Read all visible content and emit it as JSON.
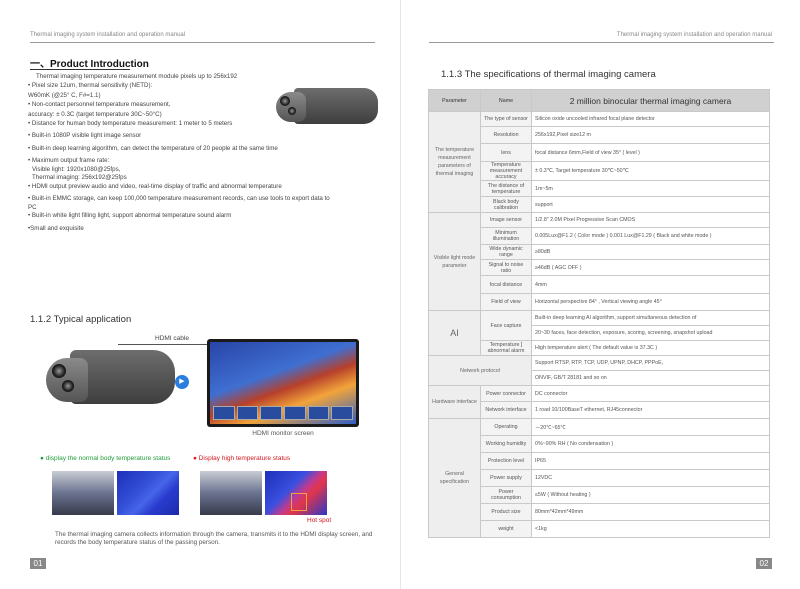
{
  "header": {
    "left_title": "Thermal imaging system installation and operation manual",
    "right_title": "Thermal imaging system installation and operation manual"
  },
  "intro": {
    "heading": "一、Product Introduction",
    "lines": [
      "Thermal imaging temperature measurement module pixels up to 256x192",
      "• Pixel size 12um, thermal sensitivity (NETD):",
      "W60mK (@25° C, F#=1.1)",
      "• Non-contact personnel temperature measurement,",
      "accuracy: ± 0.3C (target temperature 30C~50°C)",
      "• Distance for human body temperature measurement: 1 meter to 5 meters",
      "• Built-in 1080P visible light image sensor",
      "• Built-in deep learning algorithm, can detect the temperature of 20 people at the same time",
      "• Maximum output frame rate:",
      "  Visible light: 1920x1080@25fps,",
      "  Thermal imaging: 256x192@25fps",
      "• HDMI output preview audio and video, real-time display of traffic and abnormal temperature",
      "• Built-in EMMC storage, can keep 100,000 temperature measurement records, can use tools to export data to",
      "PC",
      "• Built-in white light filling light, support abnormal temperature sound alarm",
      "•Small and exquisite"
    ]
  },
  "typical": {
    "heading": "1.1.2  Typical application",
    "hdmi_cable": "HDMI cable",
    "monitor_caption": "HDMI monitor screen",
    "status_normal": "● display the normal body temperature status",
    "status_high": "● Display high temperature status",
    "hot_spot": "Hot spot",
    "footer": "The thermal imaging camera collects information through the camera, transmits it to the HDMI display screen, and records the body temperature status of the passing person."
  },
  "specs": {
    "heading": "1.1.3  The  specifications of thermal imaging camera",
    "col_parameter": "Parameter",
    "col_name": "Name",
    "product": "2 million binocular thermal imaging camera",
    "groups": [
      {
        "category": "The temperature measurement parameters of thermal imaging",
        "rows": [
          {
            "param": "The type of sensor",
            "value": "Silicon oxide uncooled infrared focal plane detector"
          },
          {
            "param": "Resolution",
            "value": "256x192,Pixel size12 m"
          },
          {
            "param": "lens",
            "value": "focal distance   6mm,Field of view   35°   ( level )"
          },
          {
            "param": "Temperature measurement accuracy",
            "value": "± 0.3℃,  Target temperature 30℃~50℃"
          },
          {
            "param": "The distance of temperature",
            "value": "1m~5m"
          },
          {
            "param": "Black body calibration",
            "value": "support"
          }
        ]
      },
      {
        "category": "Visible light mode parameter",
        "rows": [
          {
            "param": "Image sensor",
            "value": "1/2.8\"   2.0M Pixel Progressive Scan CMOS"
          },
          {
            "param": "Minimum illumination",
            "value": "0.005Lux@F1.2 ( Color mode ) 0.001 Lux@F1.29  ( Black and white mode )"
          },
          {
            "param": "Wide dynamic range",
            "value": "≥80dB"
          },
          {
            "param": "Signal to noise ratio",
            "value": "≥46dB ( AGC OFF )"
          },
          {
            "param": "focal distance",
            "value": "4mm"
          },
          {
            "param": "Field of view",
            "value": "Horizontal perspective 84°  ,  Vertical viewing angle 45°"
          }
        ]
      },
      {
        "category": "AI",
        "rows": [
          {
            "param": "Face capture",
            "value": "Built-in deep learning AI algorithm, support simultaneous detection of",
            "value2": "20~30 faces, face detection, exposure, scoring, screening, snapshot upload"
          },
          {
            "param": "Temperature ] abnormal alarm",
            "value": "High temperature alert ( The default value is 37.3C )"
          }
        ]
      },
      {
        "category": "Network protocol",
        "full": true,
        "value": "Support RTSP, RTP, TCP, UDP, UPNP, DHCP, PPPoE,",
        "value2": "ONVIF, GB/T 28181 and so on"
      },
      {
        "category": "Hardware interface",
        "rows": [
          {
            "param": "Power connector",
            "value": "DC connector"
          },
          {
            "param": "Network interface",
            "value": "1 road 10/100BaseT ethernet, RJ45connector"
          }
        ]
      },
      {
        "category": "General specification",
        "rows": [
          {
            "param": "Operating",
            "value": "－20℃~65℃"
          },
          {
            "param": "Working humidity",
            "value": "0%~90% RH ( No condensation )"
          },
          {
            "param": "Protection level",
            "value": "IP65"
          },
          {
            "param": "Power supply",
            "value": "12VDC"
          },
          {
            "param": "Power consumption",
            "value": "≤5W ( Without heating )"
          },
          {
            "param": "Product size",
            "value": "80mm*42mm*49mm"
          },
          {
            "param": "weight",
            "value": "<1kg"
          }
        ]
      }
    ]
  },
  "pages": {
    "left": "01",
    "right": "02"
  },
  "colors": {
    "status_normal": "#1f9e3a",
    "status_high": "#d4161e",
    "accent_blue": "#2a7de1"
  }
}
